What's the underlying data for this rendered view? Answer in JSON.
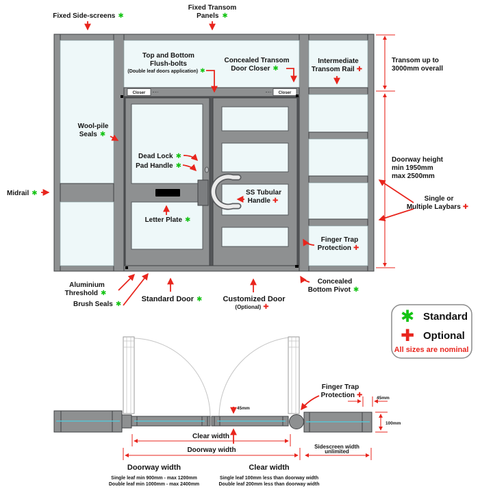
{
  "title": "Aluminium door system technical diagram",
  "marks": {
    "standard": "✱",
    "optional": "✚"
  },
  "colors": {
    "frame_grey": "#8e9091",
    "frame_outline": "#3f4143",
    "glass": "#eef8f9",
    "annotation_red": "#e8251d",
    "standard_green": "#15c415",
    "plan_centerline_cyan": "#58c4d4",
    "text_black": "#141414"
  },
  "elevation": {
    "closer_left": "Closer",
    "closer_right": "Closer",
    "labels": {
      "fixed_side_screens": "Fixed Side-screens",
      "fixed_transom_1": "Fixed Transom",
      "fixed_transom_2": "Panels",
      "flush_bolts_1": "Top and Bottom",
      "flush_bolts_2": "Flush-bolts",
      "flush_bolts_3": "(Double leaf doors application)",
      "door_closer_1": "Concealed Transom",
      "door_closer_2": "Door Closer",
      "intermediate_rail_1": "Intermediate",
      "intermediate_rail_2": "Transom Rail",
      "transom_dim_1": "Transom up to",
      "transom_dim_2": "3000mm overall",
      "wool_pile_1": "Wool-pile",
      "wool_pile_2": "Seals",
      "dead_lock": "Dead Lock",
      "pad_handle": "Pad Handle",
      "midrail": "Midrail",
      "letter_plate": "Letter Plate",
      "ss_handle_1": "SS Tubular",
      "ss_handle_2": "Handle",
      "doorway_height_1": "Doorway height",
      "doorway_height_2": "min 1950mm",
      "doorway_height_3": "max 2500mm",
      "laybars_1": "Single or",
      "laybars_2": "Multiple Laybars",
      "finger_trap_1": "Finger Trap",
      "finger_trap_2": "Protection",
      "bottom_pivot_1": "Concealed",
      "bottom_pivot_2": "Bottom Pivot",
      "customized_door_1": "Customized Door",
      "customized_door_2": "(Optional)",
      "standard_door": "Standard Door",
      "threshold_1": "Aluminium",
      "threshold_2": "Threshold",
      "brush_seals": "Brush Seals"
    }
  },
  "plan": {
    "labels": {
      "finger_trap_1": "Finger Trap",
      "finger_trap_2": "Protection",
      "dim_45mm_leaf": "45mm",
      "dim_45mm_frame": "45mm",
      "dim_100mm": "100mm",
      "clear_width": "Clear width",
      "doorway_width": "Doorway width",
      "sidescreen_width_1": "Sidescreen width",
      "sidescreen_width_2": "unlimited",
      "doorway_width_heading": "Doorway width",
      "doorway_width_line1": "Single leaf min 900mm - max 1200mm",
      "doorway_width_line2": "Double leaf min 1000mm - max 2400mm",
      "clear_width_heading": "Clear width",
      "clear_width_line1": "Single leaf 100mm less than doorway width",
      "clear_width_line2": "Double leaf 200mm less than doorway width"
    }
  },
  "legend": {
    "standard_label": "Standard",
    "optional_label": "Optional",
    "note": "All sizes are nominal"
  }
}
